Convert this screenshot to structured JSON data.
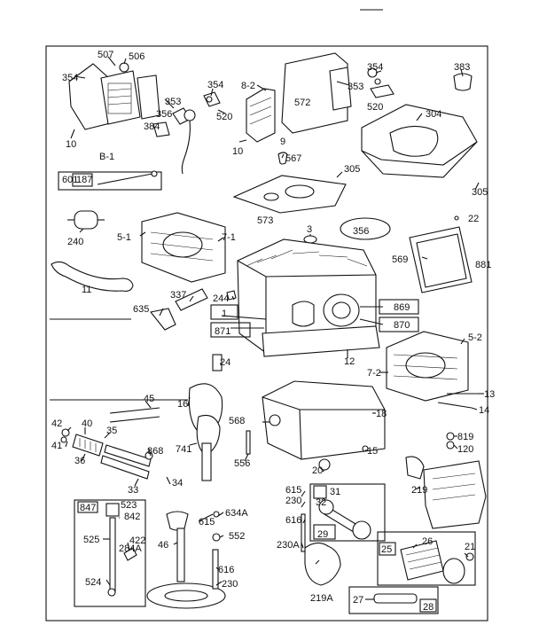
{
  "labels": {
    "l507": "507",
    "l506": "506",
    "l354a": "354",
    "l10a": "10",
    "lB1": "B-1",
    "l353a": "353",
    "l354b": "354",
    "l356a": "356",
    "l384": "384",
    "l520a": "520",
    "l82": "8-2",
    "l572": "572",
    "l9": "9",
    "l10b": "10",
    "l354c": "354",
    "l353b": "353",
    "l520b": "520",
    "l383": "383",
    "l304": "304",
    "l567": "567",
    "l305a": "305",
    "l305b": "305",
    "l601": "601",
    "l187": "187",
    "l573": "573",
    "l3": "3",
    "l356b": "356",
    "l22": "22",
    "l569": "569",
    "l881": "881",
    "l240": "240",
    "l51": "5-1",
    "l71": "7-1",
    "l11": "11",
    "l337": "337",
    "l244": "244",
    "l635": "635",
    "l1": "1",
    "l871": "871",
    "l869": "869",
    "l870": "870",
    "l52": "5-2",
    "l12": "12",
    "l72": "7-2",
    "l24": "24",
    "l45": "45",
    "l16": "16",
    "l13": "13",
    "l14": "14",
    "l568": "568",
    "l18": "18",
    "l42": "42",
    "l40": "40",
    "l35": "35",
    "l41": "41",
    "l36": "36",
    "l868": "868",
    "l741": "741",
    "l819": "819",
    "l120": "120",
    "l556": "556",
    "l20": "20",
    "l15": "15",
    "l33": "33",
    "l34": "34",
    "l219a": "219",
    "l847": "847",
    "l523": "523",
    "l842": "842",
    "l525": "525",
    "l422": "422",
    "l284A": "284A",
    "l524": "524",
    "l615a": "615",
    "l634A": "634A",
    "l552": "552",
    "l46": "46",
    "l616a": "616",
    "l230a": "230",
    "l615b": "615",
    "l230b": "230",
    "l616b": "616",
    "l230A": "230A",
    "l31": "31",
    "l32": "32",
    "l29": "29",
    "l219A": "219A",
    "l25": "25",
    "l26": "26",
    "l21": "21",
    "l27": "27",
    "l28": "28"
  }
}
